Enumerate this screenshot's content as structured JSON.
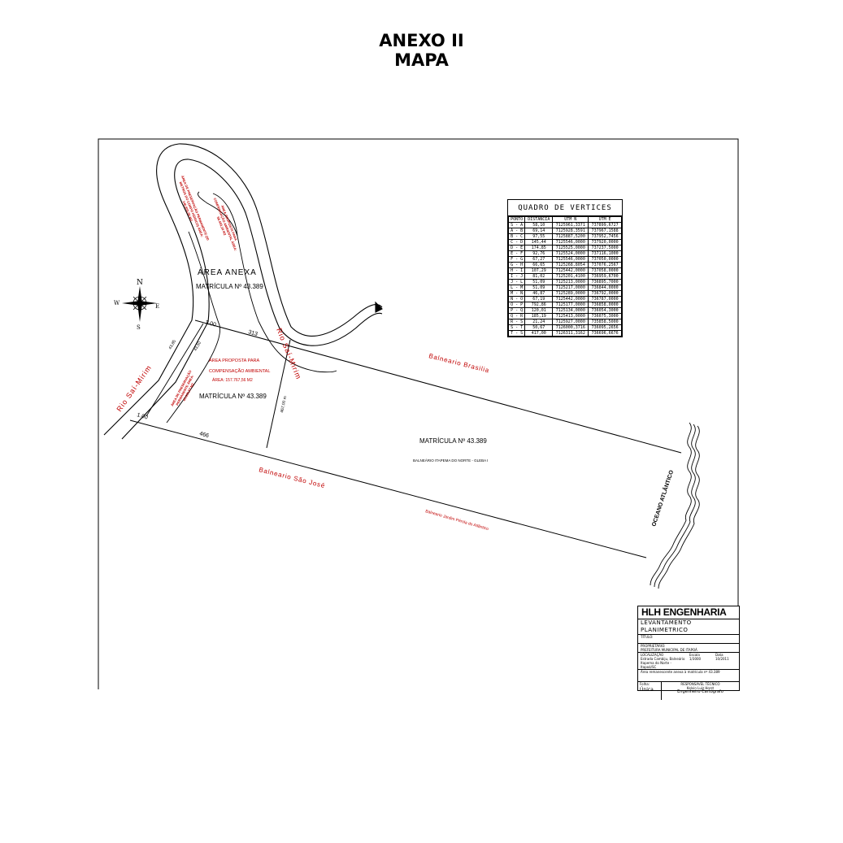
{
  "header": {
    "line1": "ANEXO II",
    "line2": "MAPA"
  },
  "map": {
    "area_anexa": "ÁREA ANEXA",
    "matricula_top": "MATRÍCULA Nº 43.389",
    "matricula_mid": "MATRÍCULA Nº 43.389",
    "matricula_main": "MATRÍCULA Nº 43.389",
    "subdivision": "BALNEÁRIO ITAPEMA DO NORTE - GLEBA I",
    "river_right": "Rio Saí-Mirim",
    "river_left": "Rio Saí-Mirim",
    "app_top": "ÁREA DE PRESERVAÇÃO PERMANENTE (30 METROS DO CORPO HÍDRICO) ÁREA: 146.805,00 M2",
    "proposed_top": "ÁREA PROPOSTA PARA COMPENSAÇÃO AMBIENTAL ÁREA: 58.403,16 M2",
    "app_left": "ÁREA DE PRESERVAÇÃO PERMANENTE ÁREA: 43.635,57 M2",
    "proposed_mid_1": "ÁREA PROPOSTA PARA",
    "proposed_mid_2": "COMPENSAÇÃO AMBIENTAL",
    "proposed_mid_3": "ÁREA: 157.767,56 M2",
    "balneario_brasilia": "Balneario Brasilia",
    "balneario_sao_jose": "Balneario São José",
    "balneario_jardim": "Balneario Jardim Pérola do Atlântico",
    "ocean": "OCEANO ATLÂNTICO",
    "dim_100_top": "1.00",
    "dim_313": "313",
    "dim_100_left": "1.00",
    "dim_466": "466",
    "dim_vertical": "467,00 m",
    "dim_left_1": "43,85",
    "dim_left_2": "43,50",
    "compass": {
      "n": "N",
      "s": "S",
      "e": "E",
      "w": "W"
    }
  },
  "vertices_table": {
    "title": "QUADRO DE VERTICES",
    "columns": [
      "PONTO",
      "DISTÂNCIA",
      "UTM N",
      "UTM E"
    ],
    "rows": [
      [
        "S - A",
        "58,10",
        "7125961,3371",
        "737899,6727"
      ],
      [
        "A - B",
        "69,14",
        "7125928,3591",
        "737967,1588"
      ],
      [
        "B - C",
        "97,55",
        "7125887,5200",
        "737952,7456"
      ],
      [
        "C - D",
        "145,44",
        "7125546,0000",
        "737920,0000"
      ],
      [
        "D - E",
        "174,85",
        "7125525,0000",
        "737237,5000"
      ],
      [
        "E - F",
        "92,76",
        "7125524,0000",
        "737116,1000"
      ],
      [
        "F - G",
        "67,27",
        "7125546,0000",
        "737050,0000"
      ],
      [
        "G - H",
        "66,65",
        "7125268,8054",
        "737076,2567"
      ],
      [
        "H - I",
        "107,29",
        "7125442,0000",
        "737058,0000"
      ],
      [
        "I - J",
        "81,02",
        "7125201,4100",
        "736959,6700"
      ],
      [
        "J - L",
        "51,09",
        "7125213,0000",
        "736895,7000"
      ],
      [
        "L - M",
        "51,09",
        "7125217,0000",
        "736844,0000"
      ],
      [
        "M - N",
        "46,87",
        "7125289,0000",
        "736792,0000"
      ],
      [
        "N - O",
        "67,19",
        "7125442,0000",
        "736787,0000"
      ],
      [
        "O - P",
        "792,86",
        "7125177,0000",
        "736858,0000"
      ],
      [
        "P - Q",
        "120,01",
        "7125134,0000",
        "736054,3000"
      ],
      [
        "Q - R",
        "185,19",
        "7125413,0000",
        "736075,3000"
      ],
      [
        "R - S",
        "21,24",
        "7125927,0000",
        "735858,5000"
      ],
      [
        "S - T",
        "50,67",
        "7126000,3716",
        "736095,2656"
      ],
      [
        "T - S",
        "417,00",
        "7126311,3162",
        "736696,6676"
      ]
    ]
  },
  "title_block": {
    "company": "HLH ENGENHARIA",
    "drawing": "LEVANTAMENTO PLANIMETRICO",
    "label_title": "TÍTULO:",
    "label_owner": "PROPRIETÁRIO:",
    "owner": "PREFEITURA MUNICIPAL DE ITAPOÁ",
    "label_location": "LOCALIZAÇÃO",
    "location": "Estrada Cambiju, Balneário Itapema do Norte - Itapoá/SC",
    "label_scale": "Escala",
    "scale": "1/3000",
    "label_date": "Data",
    "date": "10/2011",
    "note": "Área remanescente anexa à matrícula nº 43.389",
    "label_sheet": "Folha:",
    "sheet": "Única",
    "responsible_label": "RESPONSÁVEL TÉCNICO",
    "responsible": "Kelvin Luiz Horst",
    "responsible_role": "Engenheiro Cartógrafo"
  }
}
